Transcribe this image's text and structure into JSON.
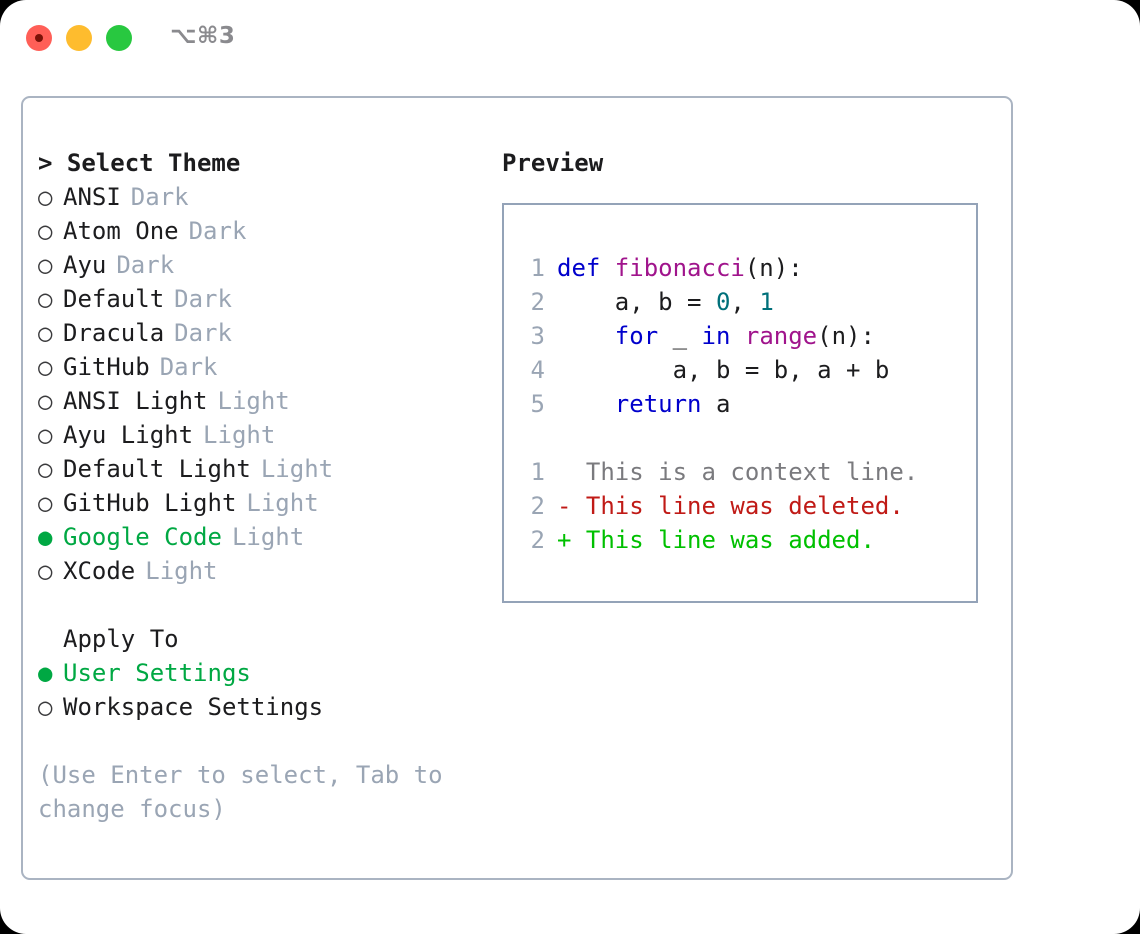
{
  "window": {
    "title_shortcut": "⌥⌘3",
    "traffic_lights": [
      {
        "name": "close",
        "color": "#ff5f57"
      },
      {
        "name": "minimize",
        "color": "#febc2e"
      },
      {
        "name": "maximize",
        "color": "#28c840"
      }
    ]
  },
  "theme_picker": {
    "heading": "> Select Theme",
    "selected_bullet": "●",
    "unselected_bullet": "○",
    "options": [
      {
        "label": "ANSI",
        "tag": "Dark",
        "selected": false
      },
      {
        "label": "Atom One",
        "tag": "Dark",
        "selected": false
      },
      {
        "label": "Ayu",
        "tag": "Dark",
        "selected": false
      },
      {
        "label": "Default",
        "tag": "Dark",
        "selected": false
      },
      {
        "label": "Dracula",
        "tag": "Dark",
        "selected": false
      },
      {
        "label": "GitHub",
        "tag": "Dark",
        "selected": false
      },
      {
        "label": "ANSI Light",
        "tag": "Light",
        "selected": false
      },
      {
        "label": "Ayu Light",
        "tag": "Light",
        "selected": false
      },
      {
        "label": "Default Light",
        "tag": "Light",
        "selected": false
      },
      {
        "label": "GitHub Light",
        "tag": "Light",
        "selected": false
      },
      {
        "label": "Google Code",
        "tag": "Light",
        "selected": true
      },
      {
        "label": "XCode",
        "tag": "Light",
        "selected": false
      }
    ]
  },
  "apply_to": {
    "heading": "Apply To",
    "options": [
      {
        "label": "User Settings",
        "selected": true
      },
      {
        "label": "Workspace Settings",
        "selected": false
      }
    ]
  },
  "hint": "(Use Enter to select, Tab to change focus)",
  "preview": {
    "heading": "Preview",
    "code_lines": [
      {
        "lineno": "1",
        "tokens": [
          {
            "text": "def ",
            "kind": "kw"
          },
          {
            "text": "fibonacci",
            "kind": "fn"
          },
          {
            "text": "(n):",
            "kind": "plain"
          }
        ]
      },
      {
        "lineno": "2",
        "tokens": [
          {
            "text": "    a, b = ",
            "kind": "plain"
          },
          {
            "text": "0",
            "kind": "num"
          },
          {
            "text": ", ",
            "kind": "plain"
          },
          {
            "text": "1",
            "kind": "num"
          }
        ]
      },
      {
        "lineno": "3",
        "tokens": [
          {
            "text": "    ",
            "kind": "plain"
          },
          {
            "text": "for",
            "kind": "kw"
          },
          {
            "text": " _ ",
            "kind": "plain"
          },
          {
            "text": "in",
            "kind": "kw"
          },
          {
            "text": " ",
            "kind": "plain"
          },
          {
            "text": "range",
            "kind": "fn"
          },
          {
            "text": "(n):",
            "kind": "plain"
          }
        ]
      },
      {
        "lineno": "4",
        "tokens": [
          {
            "text": "        a, b = b, a + b",
            "kind": "plain"
          }
        ]
      },
      {
        "lineno": "5",
        "tokens": [
          {
            "text": "    ",
            "kind": "plain"
          },
          {
            "text": "return",
            "kind": "kw"
          },
          {
            "text": " a",
            "kind": "plain"
          }
        ]
      }
    ],
    "diff_lines": [
      {
        "lineno": "1",
        "marker": "  ",
        "text": "This is a context line.",
        "kind": "ctx"
      },
      {
        "lineno": "2",
        "marker": "- ",
        "text": "This line was deleted.",
        "kind": "del"
      },
      {
        "lineno": "2",
        "marker": "+ ",
        "text": "This line was added.",
        "kind": "add"
      }
    ]
  },
  "colors": {
    "accent_green": "#00a843",
    "muted": "#9aa5b4",
    "keyword": "#0000cc",
    "function": "#a0148c",
    "number": "#00707a",
    "diff_delete": "#c01a16",
    "diff_add": "#00c000",
    "border": "#94a3b8"
  }
}
